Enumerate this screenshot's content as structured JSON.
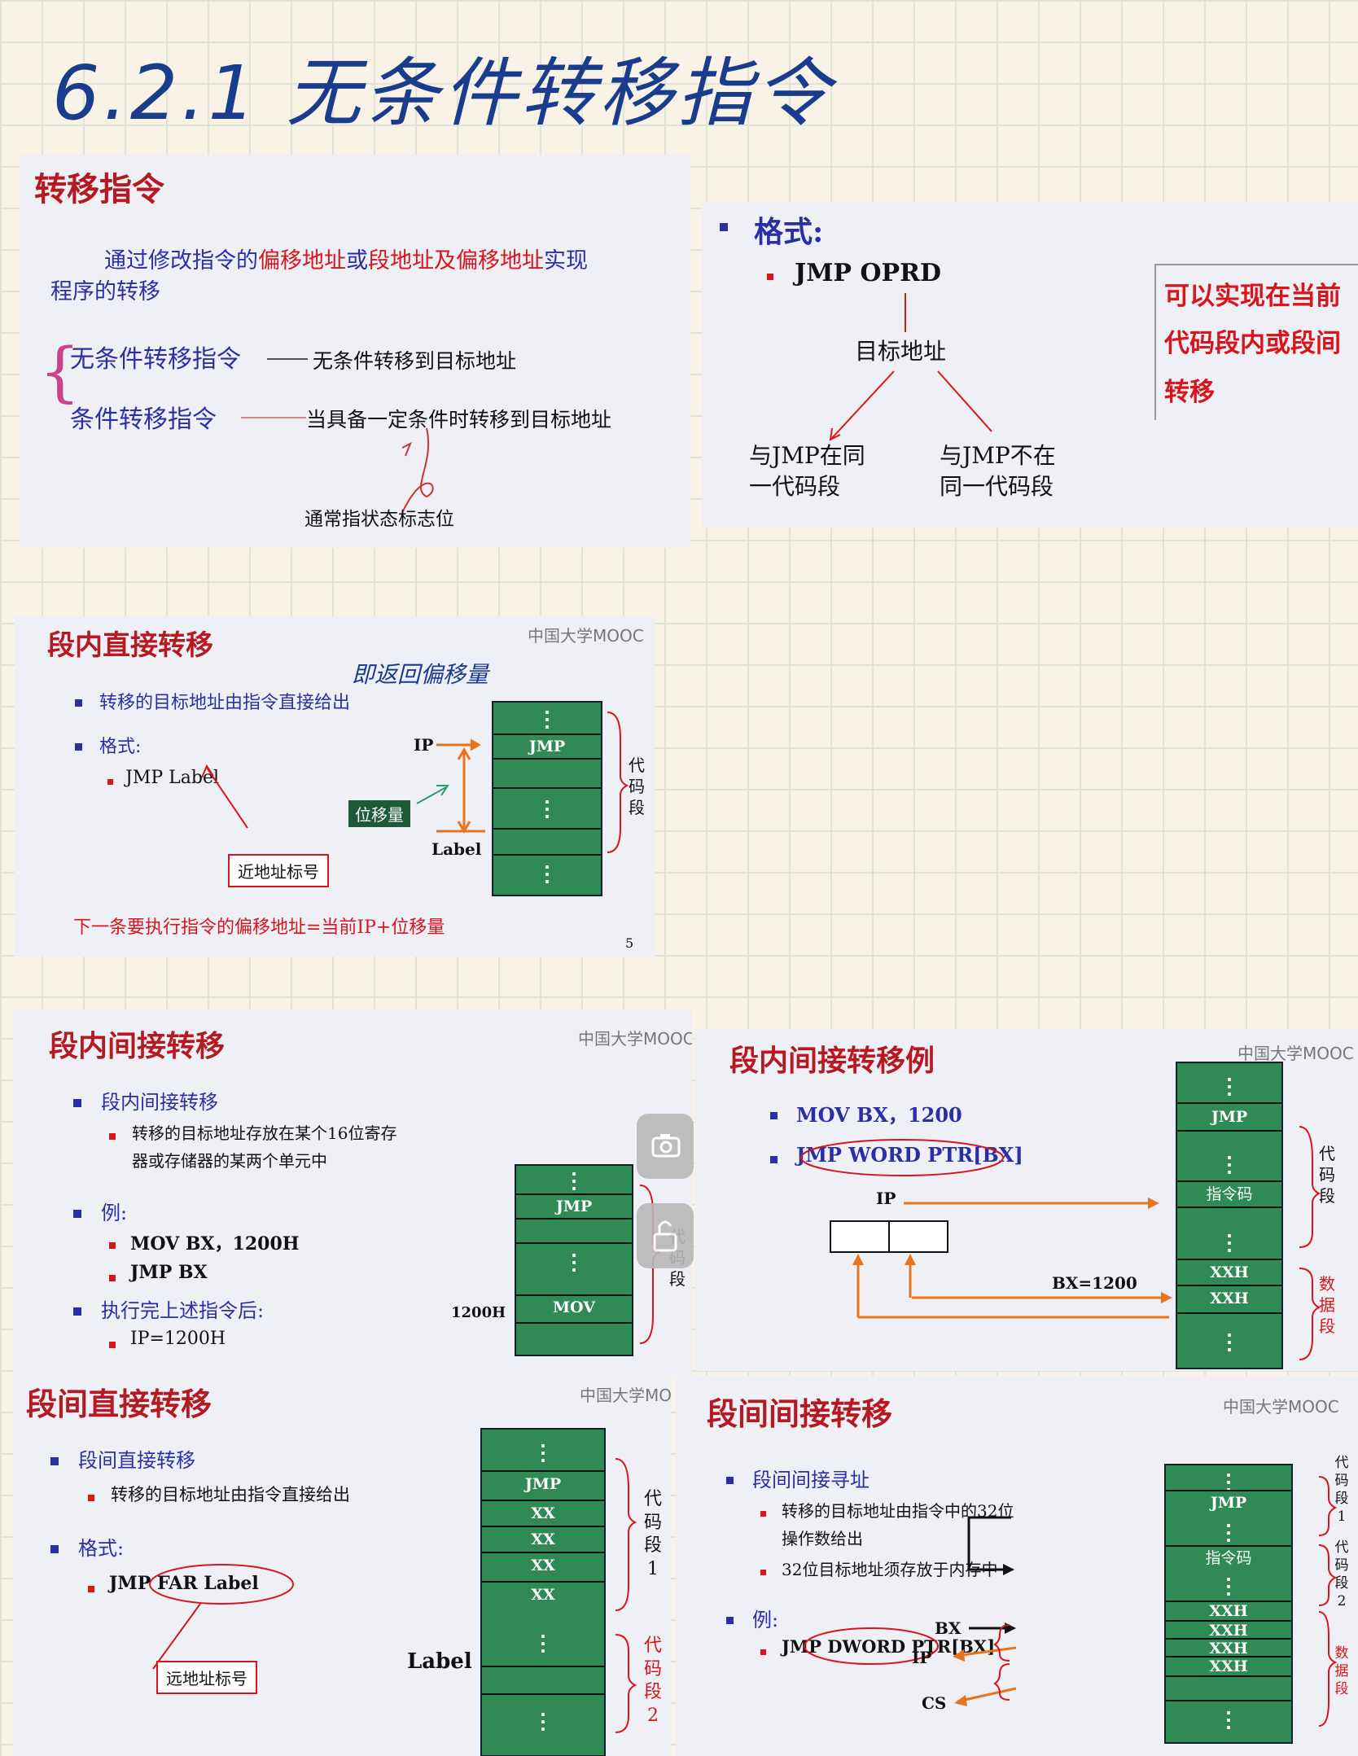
{
  "title": "6.2.1 无条件转移指令",
  "slide1": {
    "title": "转移指令",
    "desc_p1": "通过修改指令的",
    "desc_r1": "偏移地址",
    "desc_p2": "或",
    "desc_r2": "段地址及偏移地址",
    "desc_p3": "实现",
    "desc_line2": "程序的转移",
    "item1_label": "无条件转移指令",
    "item1_desc": "无条件转移到目标地址",
    "item2_label": "条件转移指令",
    "item2_desc": "当具备一定条件时转移到目标地址",
    "note": "通常指状态标志位"
  },
  "slide2": {
    "heading": "格式:",
    "format": "JMP OPRD",
    "target": "目标地址",
    "left_1": "与JMP在同",
    "left_2": "一代码段",
    "right_1": "与JMP不在",
    "right_2": "同一代码段",
    "note_1": "可以实现在当前",
    "note_2": "代码段内或段间",
    "note_3": "转移"
  },
  "slide3": {
    "title": "段内直接转移",
    "mooc": "中国大学MOOC",
    "handwriting": "即返回偏移量",
    "b1": "转移的目标地址由指令直接给出",
    "b2": "格式:",
    "sub1": "JMP Label",
    "ip": "IP",
    "disp": "位移量",
    "label": "Label",
    "box": "近地址标号",
    "cells": [
      "⋮",
      "JMP",
      "",
      "",
      "⋮",
      "",
      "",
      "⋮"
    ],
    "side": "代码段",
    "formula": "下一条要执行指令的偏移地址=当前IP+位移量",
    "page": "5"
  },
  "slide4": {
    "title": "段内间接转移",
    "mooc": "中国大学MOOC",
    "b1": "段内间接转移",
    "s1_1": "转移的目标地址存放在某个16位寄存",
    "s1_2": "器或存储器的某两个单元中",
    "b2": "例:",
    "s2": "MOV BX，1200H",
    "s3": "JMP BX",
    "b3": "执行完上述指令后:",
    "s4": "IP=1200H",
    "addr": "1200H",
    "cells": [
      "⋮",
      "JMP",
      "",
      "",
      "⋮",
      "MOV",
      ""
    ],
    "side": "代码段"
  },
  "slide5": {
    "title": "段内间接转移例",
    "mooc": "中国大学MOOC",
    "b1": "MOV BX，1200",
    "b2": "JMP WORD PTR[BX]",
    "ip": "IP",
    "bx": "BX=1200",
    "cells": [
      "⋮",
      "JMP",
      "",
      "⋮",
      "指令码",
      "",
      "⋮",
      "XXH",
      "XXH",
      "⋮"
    ],
    "side_code": "代码段",
    "side_data": "数据段"
  },
  "slide6": {
    "title": "段间直接转移",
    "mooc": "中国大学MOOC",
    "b1": "段间直接转移",
    "s1": "转移的目标地址由指令直接给出",
    "b2": "格式:",
    "s2": "JMP FAR Label",
    "box": "远地址标号",
    "label": "Label",
    "cells": [
      "⋮",
      "JMP",
      "XX",
      "XX",
      "XX",
      "XX",
      "⋮",
      "",
      "⋮"
    ],
    "side1": "代码段1",
    "side2": "代码段2"
  },
  "slide7": {
    "title": "段间间接转移",
    "mooc": "中国大学MOOC",
    "b1": "段间间接寻址",
    "s1_1": "转移的目标地址由指令中的32位",
    "s1_2": "操作数给出",
    "s2": "32位目标地址须存放于内存中",
    "b2": "例:",
    "s3": "JMP DWORD PTR[BX]",
    "bx": "BX",
    "ip": "IP",
    "cs": "CS",
    "cells": [
      "⋮",
      "JMP",
      "⋮",
      "指令码",
      "⋮",
      "XXH",
      "XXH",
      "XXH",
      "XXH",
      "⋮"
    ],
    "side1": "代码段1",
    "side2": "代码段2",
    "side3": "数据段"
  }
}
